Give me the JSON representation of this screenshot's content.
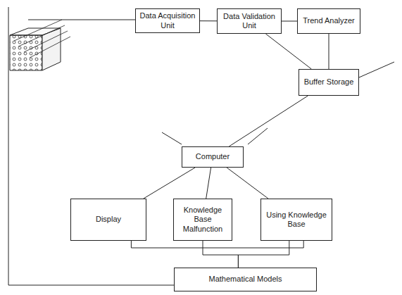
{
  "diagram": {
    "nodes": [
      {
        "text": [
          "Data Acquisition Unit"
        ]
      },
      {
        "text": [
          "Data Validation Unit"
        ]
      },
      {
        "text": [
          "Trend Analyzer"
        ]
      },
      {
        "text": [
          "Buffer Storage"
        ]
      },
      {
        "text": [
          "Computer"
        ]
      },
      {
        "text": [
          "Display"
        ]
      },
      {
        "text": [
          "Knowledge Base Malfunction"
        ]
      },
      {
        "text": [
          "Using Knowledge Base"
        ]
      },
      {
        "text": [
          "Mathematical Models"
        ]
      }
    ],
    "edges": [
      {
        "from": 0,
        "to": 1,
        "arrow": "none"
      },
      {
        "from": 1,
        "to": 2,
        "arrow": "none"
      },
      {
        "from": 1,
        "to": 3,
        "arrow": "none"
      },
      {
        "from": 2,
        "to": 3,
        "arrow": "none"
      },
      {
        "from": 3,
        "to": 4,
        "arrow": "none"
      },
      {
        "from": 4,
        "to": 5,
        "arrow": "none"
      },
      {
        "from": 4,
        "to": 6,
        "arrow": "none"
      },
      {
        "from": 4,
        "to": 7,
        "arrow": "none"
      },
      {
        "from": 5,
        "to": 7,
        "arrow": "none"
      },
      {
        "from": 6,
        "to": 8,
        "arrow": "none"
      },
      {
        "from": 7,
        "to": 8,
        "arrow": "none"
      }
    ]
  }
}
